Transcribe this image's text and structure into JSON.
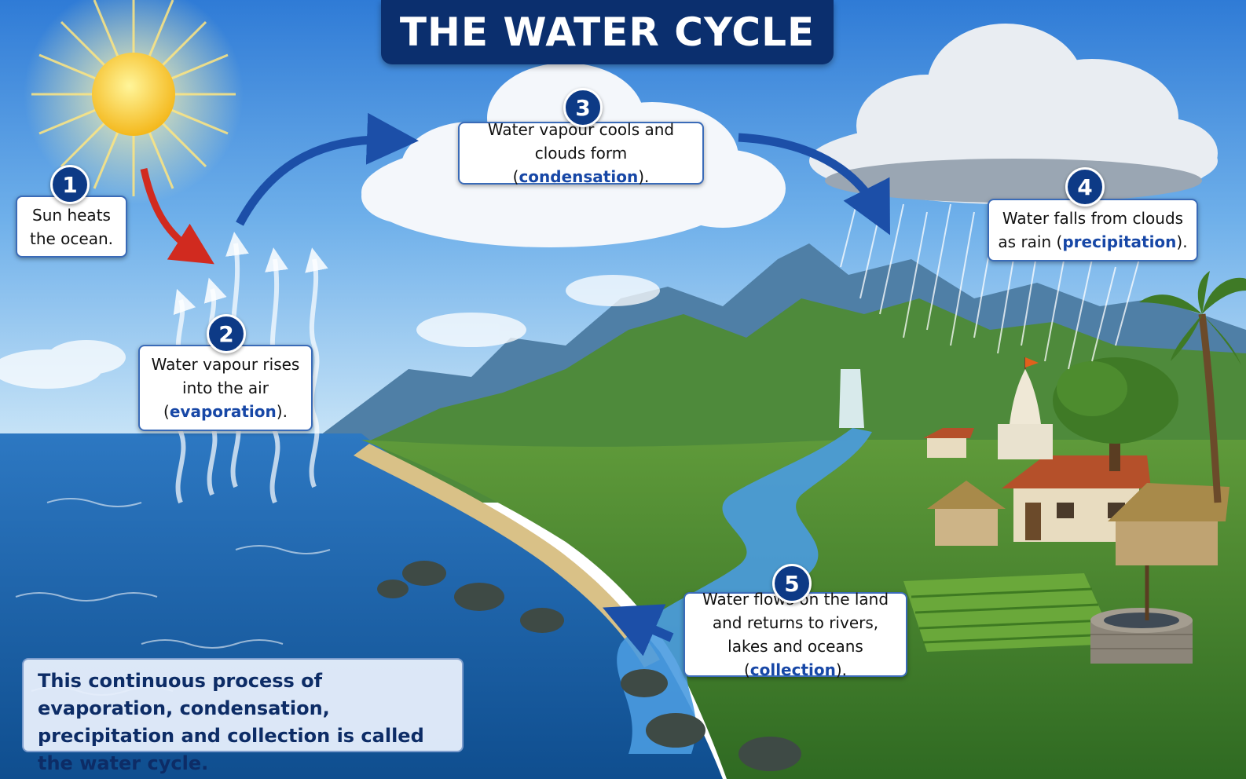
{
  "title": "THE WATER CYCLE",
  "steps": [
    {
      "number": "1",
      "text_before": "Sun heats the ocean.",
      "highlight": "",
      "text_after": ""
    },
    {
      "number": "2",
      "text_before": "Water vapour rises into the air (",
      "highlight": "evaporation",
      "text_after": ")."
    },
    {
      "number": "3",
      "text_before": "Water vapour cools and clouds form (",
      "highlight": "condensation",
      "text_after": ")."
    },
    {
      "number": "4",
      "text_before": "Water falls from clouds as rain (",
      "highlight": "precipitation",
      "text_after": ")."
    },
    {
      "number": "5",
      "text_before": "Water flows on the land and returns to rivers, lakes and oceans (",
      "highlight": "collection",
      "text_after": ")."
    }
  ],
  "summary": "This continuous process of evaporation, condensation, precipitation and collection is called the water cycle.",
  "colors": {
    "title_bg": "#0b2f6e",
    "badge": "#0d3a86",
    "highlight": "#1747a6",
    "arrow_blue": "#1c4fa8",
    "arrow_red": "#d12a1f"
  },
  "icons": [
    "sun-icon",
    "cloud-icon",
    "rain-cloud-icon",
    "mountain-icon",
    "palm-tree-icon",
    "house-icon",
    "temple-icon",
    "well-icon"
  ]
}
